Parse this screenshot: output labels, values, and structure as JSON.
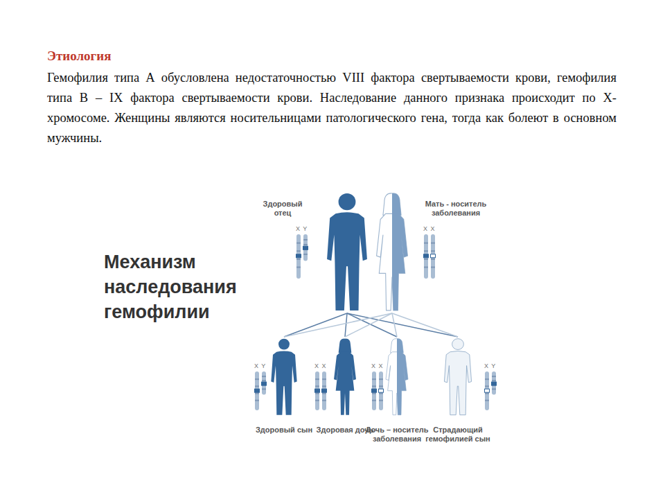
{
  "diagram": {
    "title": "Этиология",
    "nodes": [
      {
        "text": [
          "Здоровый отец"
        ]
      },
      {
        "text": [
          "Мать - носитель заболевания"
        ]
      },
      {
        "text": [
          "Здоровый сын"
        ]
      },
      {
        "text": [
          "Здоровая дочь"
        ]
      },
      {
        "text": [
          "Дочь – носитель заболевания"
        ]
      },
      {
        "text": [
          "Страдающий гемофилией сын"
        ]
      }
    ],
    "edges": [
      {
        "from": 0,
        "to": 2,
        "arrow": "none"
      },
      {
        "from": 0,
        "to": 3,
        "arrow": "none"
      },
      {
        "from": 0,
        "to": 4,
        "arrow": "none"
      },
      {
        "from": 0,
        "to": 5,
        "arrow": "none"
      },
      {
        "from": 1,
        "to": 2,
        "arrow": "none"
      },
      {
        "from": 1,
        "to": 3,
        "arrow": "none"
      },
      {
        "from": 1,
        "to": 4,
        "arrow": "none"
      },
      {
        "from": 1,
        "to": 5,
        "arrow": "none"
      }
    ],
    "labels": [
      "Гемофилия типа А обусловлена недостаточностью VIII фактора свертываемости крови, гемофилия типа В – IX фактора свертываемости крови. Наследование данного признака происходит по Х-хромосоме. Женщины являются носительницами патологического гена, тогда как болеют в основном мужчины.",
      "Механизм наследования гемофилии",
      "X Y",
      "X X",
      "X Y",
      "X X",
      "X X",
      "X Y"
    ]
  }
}
